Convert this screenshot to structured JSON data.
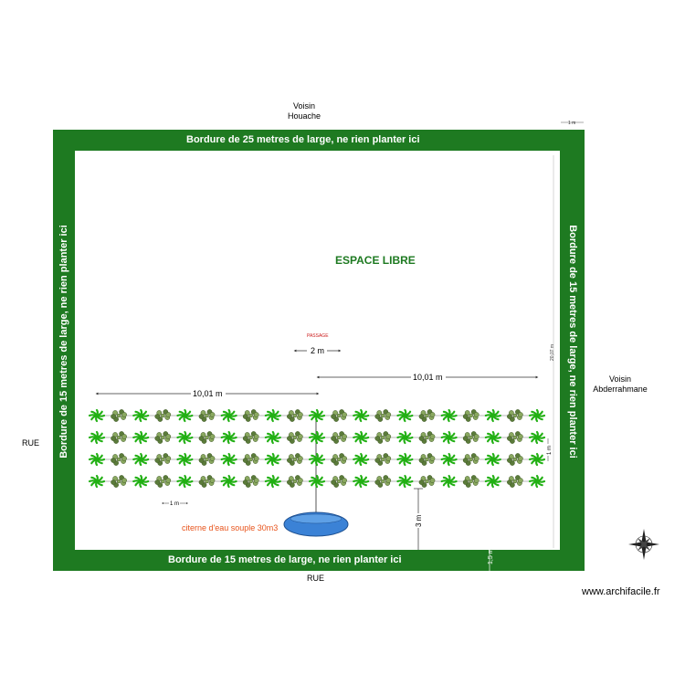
{
  "neighbors": {
    "top_line1": "Voisin",
    "top_line2": "Houache",
    "right_line1": "Voisin",
    "right_line2": "Abderrahmane"
  },
  "streets": {
    "left": "RUE",
    "bottom": "RUE"
  },
  "borders": {
    "top": "Bordure de 25 metres de large, ne rien planter ici",
    "left": "Bordure de 15 metres de large, ne rien planter ici",
    "right": "Bordure de 15 metres de large, ne rien planter ici",
    "bottom": "Bordure de 15 metres de large, ne rien planter ici"
  },
  "labels": {
    "free_space": "ESPACE LIBRE",
    "passage": "PASSAGE",
    "passage_width": "2 m",
    "left_width": "10,01 m",
    "right_width": "10,01 m",
    "plant_spacing": "1 m",
    "row_spacing": "1 m",
    "corner_width": "1 m",
    "right_height": "20,07 m",
    "tank_distance": "3 m",
    "bottom_gap": "1,5 m",
    "tank": "citerne d'eau souple 30m3",
    "watermark": "www.archifacile.fr"
  },
  "planting": {
    "rows": 4,
    "plants_per_row": 21
  },
  "colors": {
    "border_green": "#1e7a21",
    "palm_green": "#22b014",
    "tank_blue": "#3b82d6",
    "tank_text": "#e8541c",
    "free_space_text": "#1e7a21",
    "passage_text": "#cc1b1b"
  },
  "icons": [
    "compass-rose-icon",
    "palm-plant-icon",
    "shrub-plant-icon"
  ]
}
